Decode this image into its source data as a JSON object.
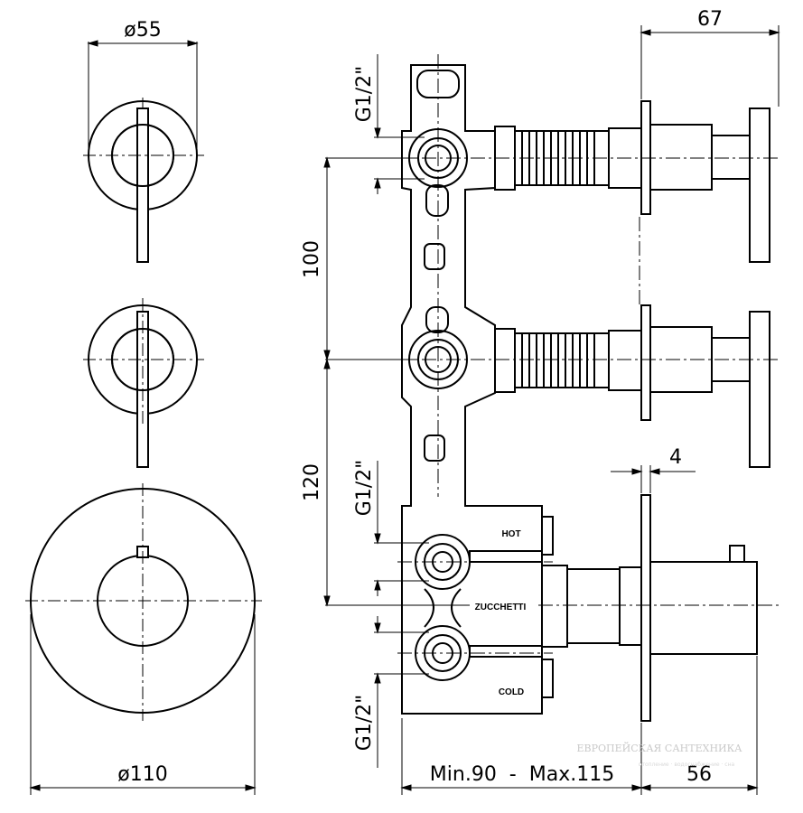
{
  "dimensions": {
    "diameter_small": "ø55",
    "diameter_large": "ø110",
    "width_handle": "67",
    "spacing_upper": "100",
    "spacing_lower": "120",
    "thread_top": "G1/2\"",
    "thread_middle": "G1/2\"",
    "thread_bottom": "G1/2\"",
    "plate_thickness": "4",
    "depth_range": "Min.90  -  Max.115",
    "depth_front": "56"
  },
  "labels": {
    "hot": "HOT",
    "brand": "ZUCCHETTI",
    "cold": "COLD"
  },
  "watermark": {
    "main": "ЕВРОПЕЙСКАЯ САНТЕХНИКА",
    "sub": "отопление · водоснабжение · сна"
  }
}
